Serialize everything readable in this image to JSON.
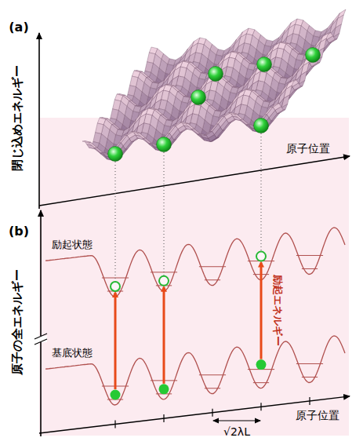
{
  "diagram": {
    "labels": [
      "(a)",
      "閉じ込めエネルギー",
      "原子位置",
      "(b)",
      "原子の全エネルギー",
      "励起状態",
      "基底状態",
      "励起エネルギー",
      "原子位置",
      "√2λL"
    ]
  }
}
